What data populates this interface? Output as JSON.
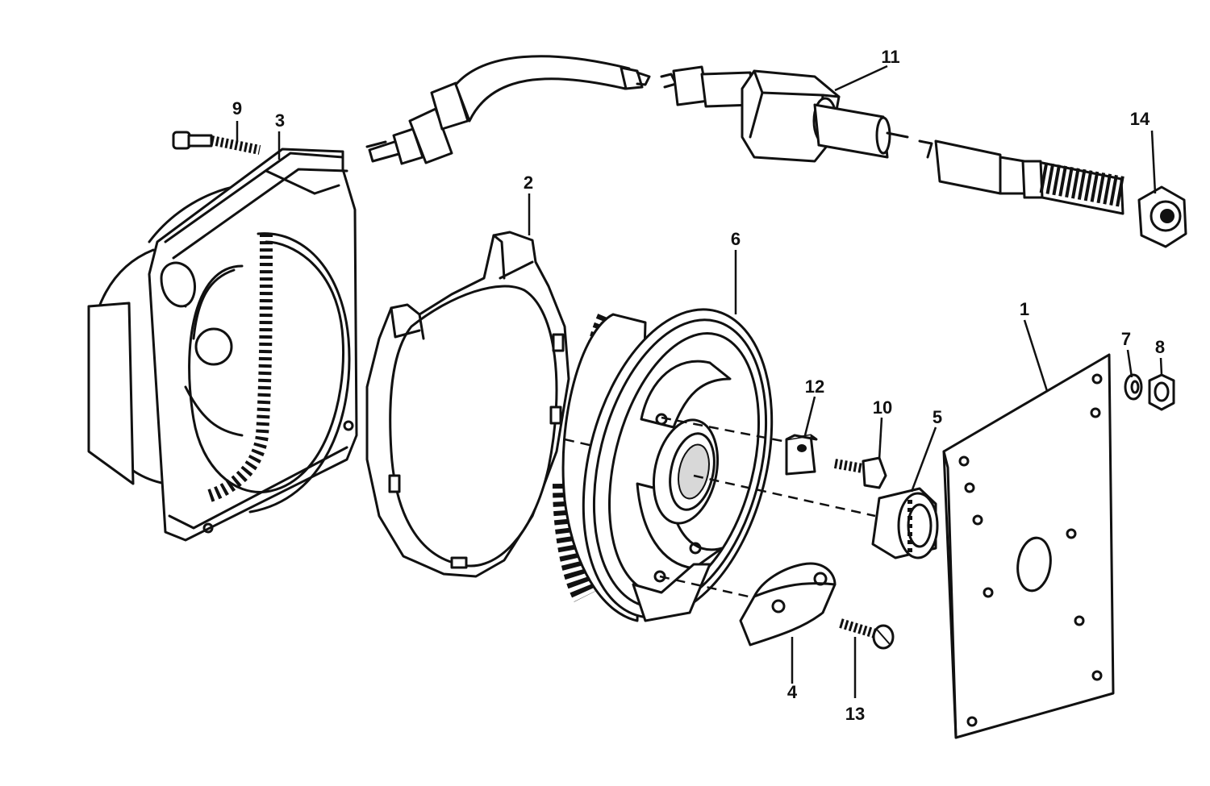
{
  "diagram": {
    "callouts": [
      {
        "id": "p1",
        "text": "1"
      },
      {
        "id": "p2",
        "text": "2"
      },
      {
        "id": "p3",
        "text": "3"
      },
      {
        "id": "p4",
        "text": "4"
      },
      {
        "id": "p5",
        "text": "5"
      },
      {
        "id": "p6",
        "text": "6"
      },
      {
        "id": "p7",
        "text": "7"
      },
      {
        "id": "p8",
        "text": "8"
      },
      {
        "id": "p9",
        "text": "9"
      },
      {
        "id": "p10",
        "text": "10"
      },
      {
        "id": "p11",
        "text": "11"
      },
      {
        "id": "p12",
        "text": "12"
      },
      {
        "id": "p13",
        "text": "13"
      },
      {
        "id": "p14",
        "text": "14"
      }
    ]
  }
}
